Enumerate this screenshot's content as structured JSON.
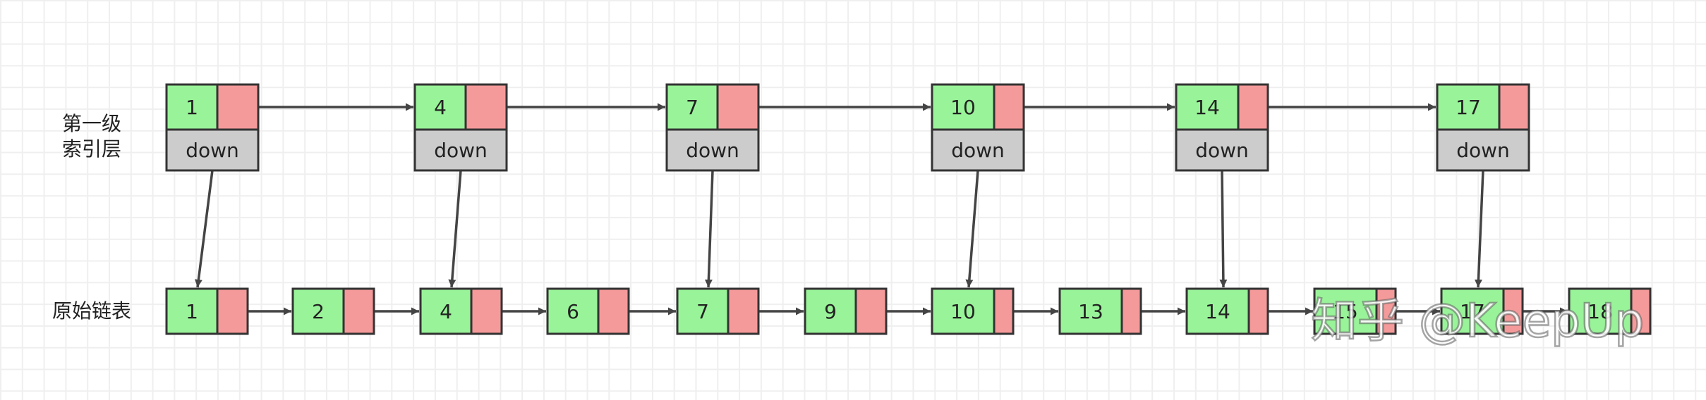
{
  "labels": {
    "index_level": "第一级\n索引层",
    "base_list": "原始链表"
  },
  "index_nodes": [
    {
      "value": "1",
      "down": "down"
    },
    {
      "value": "4",
      "down": "down"
    },
    {
      "value": "7",
      "down": "down"
    },
    {
      "value": "10",
      "down": "down"
    },
    {
      "value": "14",
      "down": "down"
    },
    {
      "value": "17",
      "down": "down"
    }
  ],
  "base_nodes": [
    "1",
    "2",
    "4",
    "6",
    "7",
    "9",
    "10",
    "13",
    "14",
    "15",
    "17",
    "18"
  ],
  "watermark": "知乎 @KeepUp",
  "colors": {
    "value_cell": "#99f399",
    "pointer_cell": "#f59a9a",
    "down_cell": "#cccccc",
    "stroke": "#333333",
    "arrow": "#444444",
    "grid": "#efefef"
  }
}
